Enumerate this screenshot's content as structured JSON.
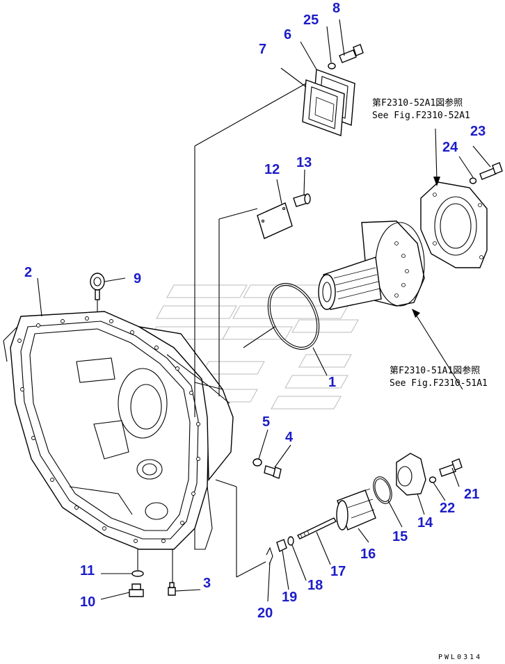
{
  "callouts": [
    {
      "id": "1",
      "text": "1"
    },
    {
      "id": "2",
      "text": "2"
    },
    {
      "id": "3",
      "text": "3"
    },
    {
      "id": "4",
      "text": "4"
    },
    {
      "id": "5",
      "text": "5"
    },
    {
      "id": "6",
      "text": "6"
    },
    {
      "id": "7",
      "text": "7"
    },
    {
      "id": "8",
      "text": "8"
    },
    {
      "id": "9",
      "text": "9"
    },
    {
      "id": "10",
      "text": "10"
    },
    {
      "id": "11",
      "text": "11"
    },
    {
      "id": "12",
      "text": "12"
    },
    {
      "id": "13",
      "text": "13"
    },
    {
      "id": "14",
      "text": "14"
    },
    {
      "id": "15",
      "text": "15"
    },
    {
      "id": "16",
      "text": "16"
    },
    {
      "id": "17",
      "text": "17"
    },
    {
      "id": "18",
      "text": "18"
    },
    {
      "id": "19",
      "text": "19"
    },
    {
      "id": "20",
      "text": "20"
    },
    {
      "id": "21",
      "text": "21"
    },
    {
      "id": "22",
      "text": "22"
    },
    {
      "id": "23",
      "text": "23"
    },
    {
      "id": "24",
      "text": "24"
    },
    {
      "id": "25",
      "text": "25"
    }
  ],
  "notes": {
    "ref_52_jp": "第F2310-52A1図参照",
    "ref_52_en": "See Fig.F2310-52A1",
    "ref_51_jp": "第F2310-51A1図参照",
    "ref_51_en": "See Fig.F2310-51A1"
  },
  "drawing_code": "PWL0314",
  "colors": {
    "callout": "#1c1cc8",
    "line": "#000000"
  }
}
